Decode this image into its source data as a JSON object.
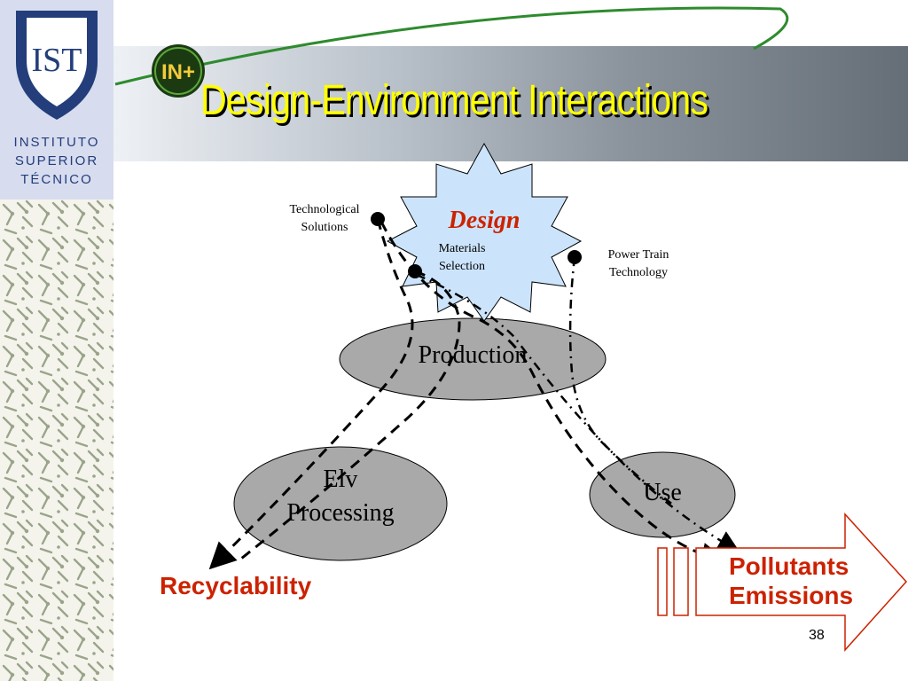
{
  "logo": {
    "letters": "IST",
    "institution_lines": [
      "INSTITUTO",
      "SUPERIOR",
      "TÉCNICO"
    ],
    "badge_text": "IN+"
  },
  "slide": {
    "title": "Design-Environment Interactions",
    "page_number": "38"
  },
  "diagram": {
    "design": "Design",
    "technological_solutions": [
      "Technological",
      "Solutions"
    ],
    "materials_selection": [
      "Materials",
      "Selection"
    ],
    "power_train_technology": [
      "Power Train",
      "Technology"
    ],
    "production": "Production",
    "elv_processing": [
      "Elv",
      "Processing"
    ],
    "use": "Use",
    "recyclability": "Recyclability",
    "pollutants_emissions": [
      "Pollutants",
      "Emissions"
    ]
  },
  "colors": {
    "title": "#ffff00",
    "accent_red": "#cc2200",
    "logo_blue": "#233e7a",
    "star_fill": "#cce4fb",
    "ellipse_fill": "#a9a9a9",
    "arc_green": "#2e8b2e"
  },
  "icons": [
    "ist-shield-icon",
    "in-plus-badge-icon",
    "arrow-head-icon"
  ]
}
